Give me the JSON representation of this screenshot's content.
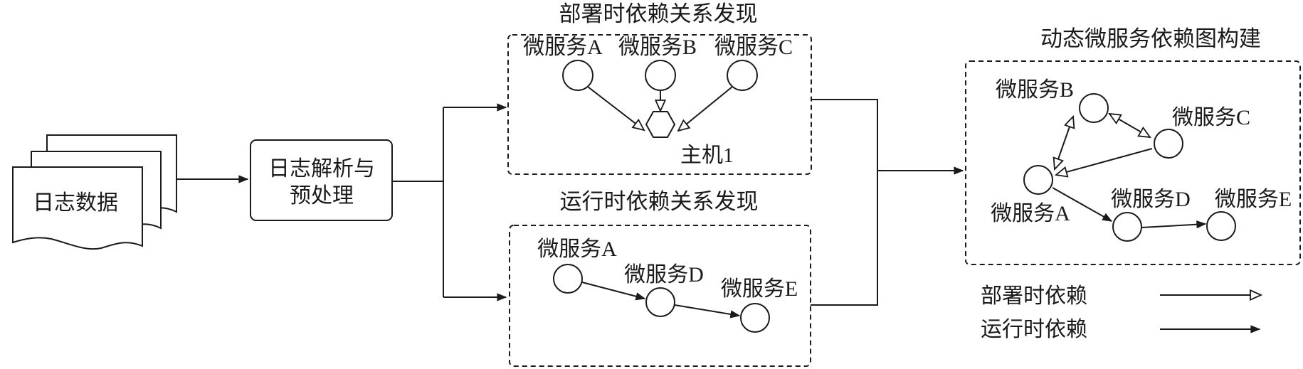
{
  "log_data": "日志数据",
  "parse_box": {
    "line1": "日志解析与",
    "line2": "预处理"
  },
  "deploy_section": {
    "title": "部署时依赖关系发现",
    "services": [
      "微服务A",
      "微服务B",
      "微服务C"
    ],
    "host": "主机1"
  },
  "runtime_section": {
    "title": "运行时依赖关系发现",
    "services": [
      "微服务A",
      "微服务D",
      "微服务E"
    ]
  },
  "graph_section": {
    "title": "动态微服务依赖图构建",
    "services": {
      "a": "微服务A",
      "b": "微服务B",
      "c": "微服务C",
      "d": "微服务D",
      "e": "微服务E"
    }
  },
  "legend": {
    "deploy": "部署时依赖",
    "runtime": "运行时依赖"
  }
}
